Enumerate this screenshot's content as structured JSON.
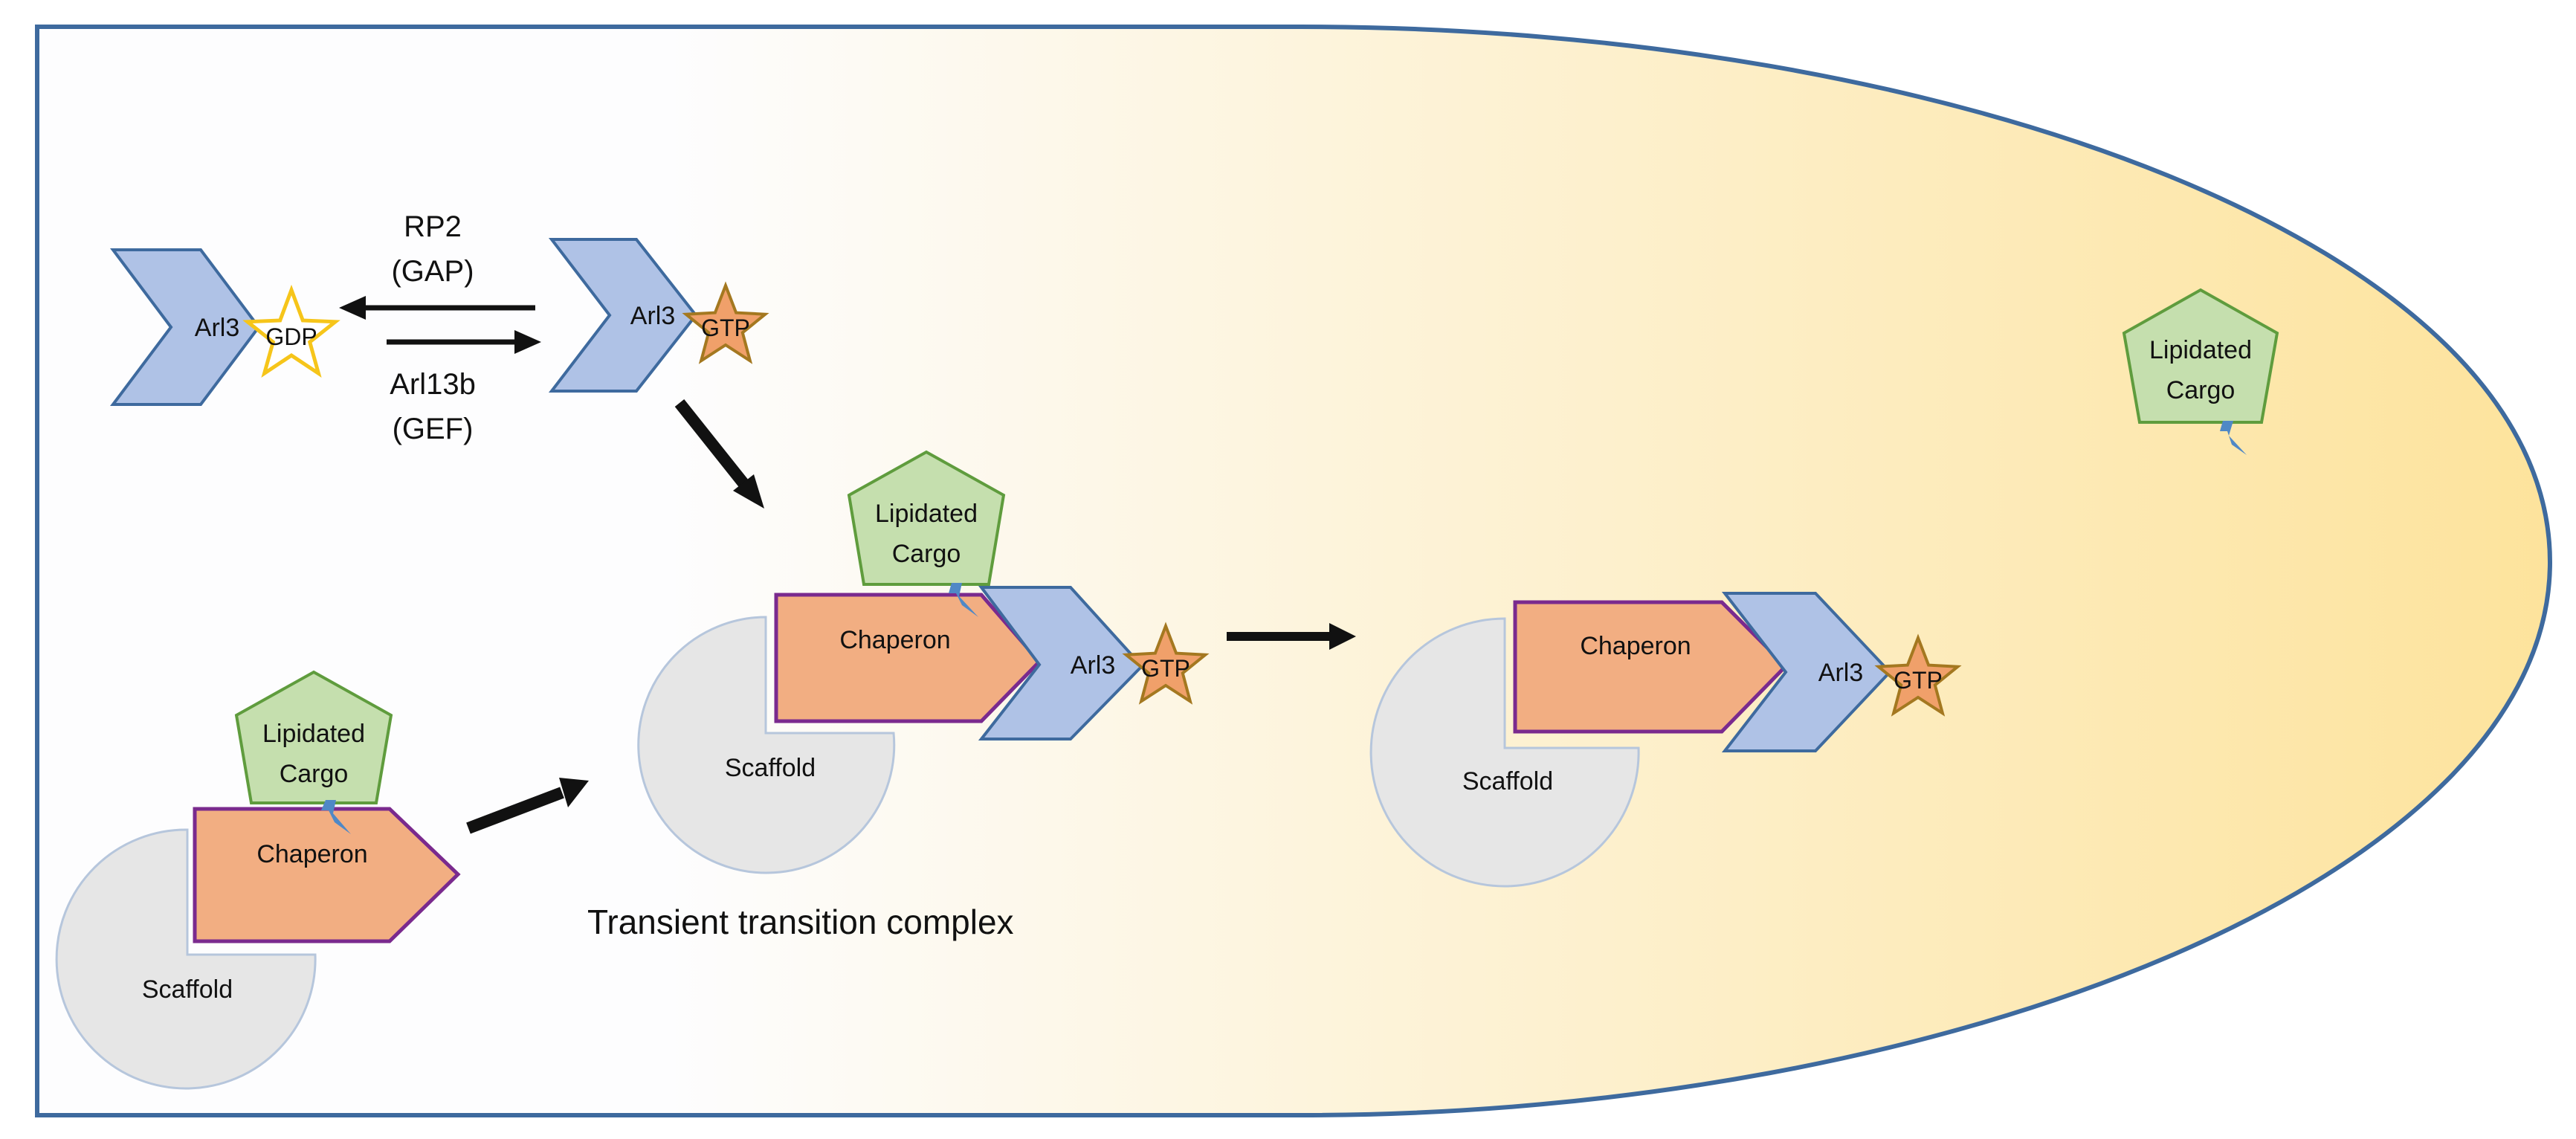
{
  "colors": {
    "membrane_stroke": "#3e6a9e",
    "gradient_start": "#fdfdfe",
    "gradient_end": "#fde39c",
    "arl3_fill": "#afc2e6",
    "arl3_stroke": "#3e6a9e",
    "gdp_stroke": "#f6c51a",
    "gtp_fill": "#f0a06a",
    "gtp_stroke": "#a47820",
    "cargo_fill": "#c5dfae",
    "cargo_stroke": "#5f9c3d",
    "chaperon_fill": "#f2ae82",
    "chaperon_stroke": "#7a2a8e",
    "scaffold_fill": "#e6e6e6",
    "scaffold_stroke": "#b6c6dc",
    "lipid_fill": "#4f88c6"
  },
  "labels": {
    "arl3": "Arl3",
    "gdp": "GDP",
    "gtp": "GTP",
    "cargo_line1": "Lipidated",
    "cargo_line2": "Cargo",
    "chaperon": "Chaperon",
    "scaffold": "Scaffold",
    "rp2": "RP2",
    "gap": "(GAP)",
    "arl13b": "Arl13b",
    "gef": "(GEF)",
    "transient": "Transient transition complex"
  }
}
